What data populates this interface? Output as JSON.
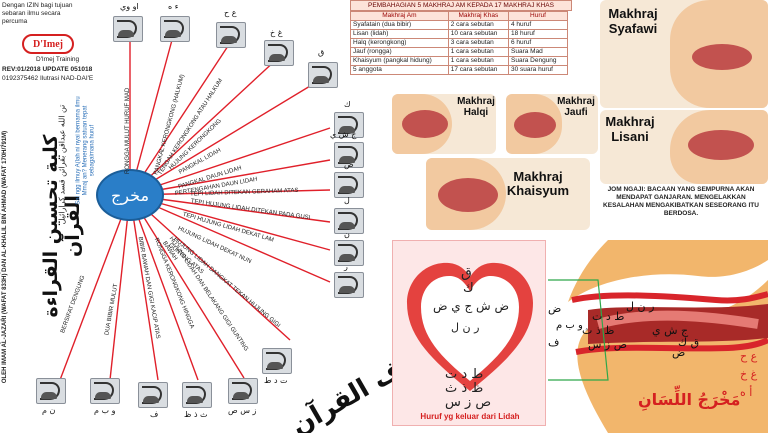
{
  "credits": {
    "permission": "Dengan IZIN bagi tujuan sebaran ilmu secara percuma",
    "logo": "D'Imej",
    "org": "D'Imej Training",
    "rev": "REV:01/2018 UPDATE 051018",
    "phone": "0192375462 Ilutrasi NAD-DAI'E"
  },
  "vertical_texts": {
    "source_en": "DISEDIAKAN OLEH PARA QURRA' (ULAMA TAJWID) DAN LUGHAWIYIN (ULAMA BAHASA ARAB) YANG DITERAJUI OLEH IMAM AL-JAZARI (WAFAT 833H) DAN AL-KHALIL BIN AHMAD (WAFAT 170H/791M)",
    "title_ar": "كلية تحسين القراءة القرآن",
    "side_ar": "تن الله عبداقن بقرائن قسد كرارائيل",
    "side_note": "Sai ngg ilmuy A(lah ni nyai bernama ilmu Mmaj an? Menerang satuan tepat sebagaimana huruf"
  },
  "hub_label": "مخرج",
  "spokes": [
    {
      "label": "RONGGA MULUT HURUF MAD",
      "ar": "او وي"
    },
    {
      "label": "PANGKAL KERONGKONG (HALKUM)",
      "ar": "ء ه"
    },
    {
      "label": "TENGAH KERONGKONG ATAU HALKUM",
      "ar": "ع ح"
    },
    {
      "label": "HUJUNG KERONGKONG",
      "ar": "غ خ"
    },
    {
      "label": "PANGKAL LIDAH",
      "ar": "ق"
    },
    {
      "label": "PANGKAL DAUN LIDAH",
      "ar": "ك"
    },
    {
      "label": "PERTENGAHAN DAUN LIDAH",
      "ar": "ج ش ي"
    },
    {
      "label": "TEPI LIDAH DITEKAN GERAHAM ATAS",
      "ar": "ض"
    },
    {
      "label": "TEPI HUJUNG LIDAH DITEKAN PADA GUSI",
      "ar": "ل"
    },
    {
      "label": "TEPI HUJUNG LIDAH DEKAT LAM",
      "ar": "ن"
    },
    {
      "label": "HUJUNG LIDAH DEKAT NUN",
      "ar": "ر"
    },
    {
      "label": "HUJUNG LIDAH DANGKAT TEKAN HUJUNG GIGI GUNTING ATAS",
      "ar": "ت د ط"
    },
    {
      "label": "HUJUNG LIDAH DAN BELAKANG GIGI GUNTING BAWAH",
      "ar": "ز س ص"
    },
    {
      "label": "RONGGA KERONGKONG HINGGA",
      "ar": "ث ذ ظ"
    },
    {
      "label": "BIBIR BAWAH DAN GIGI KACIP ATAS",
      "ar": "ف"
    },
    {
      "label": "DUA BIBIR MULUT",
      "ar": "و ب م"
    },
    {
      "label": "BERSIFAT DENGUNG",
      "ar": "ن م"
    }
  ],
  "table": {
    "title": "PEMBAHAGIAN 5 MAKHRAJ AM KEPADA 17 MAKHRAJ KHAS",
    "headers": [
      "Makhraj Am",
      "Makhraj Khas",
      "Huruf"
    ],
    "rows": [
      [
        "Syafatain (dua bibir)",
        "2 cara sebutan",
        "4 huruf"
      ],
      [
        "Lisan (lidah)",
        "10 cara sebutan",
        "18 huruf"
      ],
      [
        "Halq (kerongkong)",
        "3 cara sebutan",
        "6 huruf"
      ],
      [
        "Jauf (rongga)",
        "1 cara sebutan",
        "Suara Mad"
      ],
      [
        "Khaisyum (pangkal hidung)",
        "1 cara sebutan",
        "Suara Dengung"
      ],
      [
        "5 anggota",
        "17 cara sebutan",
        "30 suara huruf"
      ]
    ]
  },
  "makhraj_titles": {
    "syafawi": "Makhraj Syafawi",
    "halqi": "Makhraj Halqi",
    "jaufi": "Makhraj Jaufi",
    "lisani": "Makhraj Lisani",
    "khaisyum": "Makhraj Khaisyum"
  },
  "jom_ngaji": "JOM NGAJI: BACAAN YANG SEMPURNA AKAN MENDAPAT GANJARAN. MENGELAKKAN KESALAHAN MENGAKIBATKAN SESEORANG ITU BERDOSA.",
  "heart": {
    "caption": "Huruf yg keluar dari Lidah",
    "letters_top": "ق",
    "letters_row1": "ك",
    "letters_row2": "ض ش ج ي ض",
    "letters_row3": "ر ن ل",
    "letters_bottom1": "ط د ت",
    "letters_bottom2": "ظ ذ ث",
    "letters_bottom3": "ص ز س"
  },
  "tongue_panel": {
    "title_ar": "مَخْرَجُ اللِّسَانِ",
    "labels": [
      "ر ن ل",
      "ط د ت",
      "ظ ذ ث",
      "ص ز س",
      "ج ش ي",
      "ض",
      "ق ك",
      "ع ح",
      "غ خ",
      "أ ه",
      "ض",
      "ف",
      "و ب م"
    ]
  },
  "calligraphy": "حروف القرآن",
  "colors": {
    "hub": "#2a7ec8",
    "spoke": "#e0202a",
    "table_border": "#cc8877",
    "panel_lips": "#d8252b",
    "tongue_skin": "#f2b66c"
  }
}
